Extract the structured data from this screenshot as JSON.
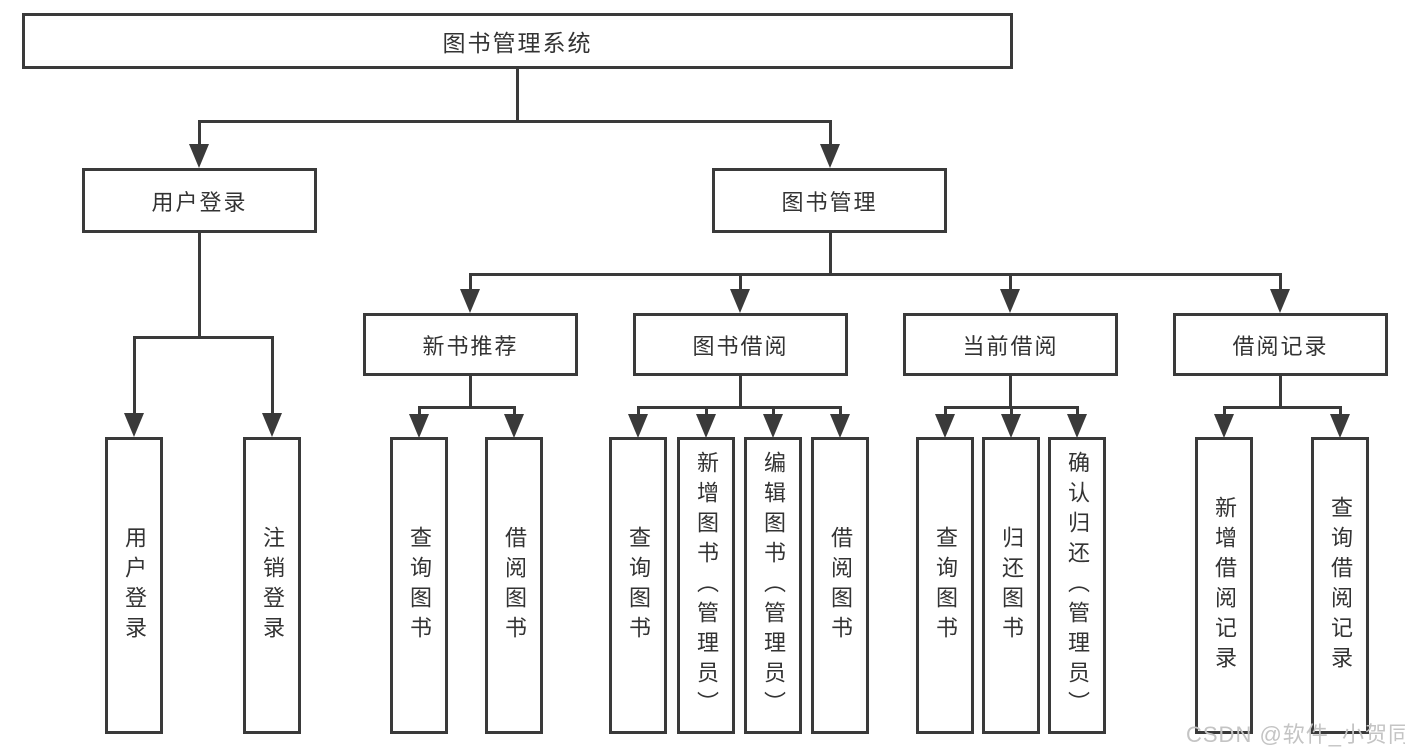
{
  "diagram": {
    "nodes": {
      "root": "图书管理系统",
      "user_login": "用户登录",
      "book_mgmt": "图书管理",
      "new_book_rec": "新书推荐",
      "book_borrow": "图书借阅",
      "current_borrow": "当前借阅",
      "borrow_record": "借阅记录",
      "leaf_user_login": "用户登录",
      "leaf_logout": "注销登录",
      "leaf_nbr_query": "查询图书",
      "leaf_nbr_borrow": "借阅图书",
      "leaf_bb_query": "查询图书",
      "leaf_bb_add": "新增图书（管理员）",
      "leaf_bb_edit": "编辑图书（管理员）",
      "leaf_bb_borrow": "借阅图书",
      "leaf_cb_query": "查询图书",
      "leaf_cb_return": "归还图书",
      "leaf_cb_confirm": "确认归还（管理员）",
      "leaf_br_add": "新增借阅记录",
      "leaf_br_query": "查询借阅记录"
    },
    "hierarchy": {
      "图书管理系统": {
        "用户登录": [
          "用户登录",
          "注销登录"
        ],
        "图书管理": {
          "新书推荐": [
            "查询图书",
            "借阅图书"
          ],
          "图书借阅": [
            "查询图书",
            "新增图书（管理员）",
            "编辑图书（管理员）",
            "借阅图书"
          ],
          "当前借阅": [
            "查询图书",
            "归还图书",
            "确认归还（管理员）"
          ],
          "借阅记录": [
            "新增借阅记录",
            "查询借阅记录"
          ]
        }
      }
    }
  },
  "watermark": {
    "text": "CSDN @软件_小贺同学",
    "color": "#c4c4c4"
  },
  "colors": {
    "line": "#3a3a3a",
    "text": "#333333",
    "background": "#ffffff",
    "box_fill": "#ffffff"
  }
}
